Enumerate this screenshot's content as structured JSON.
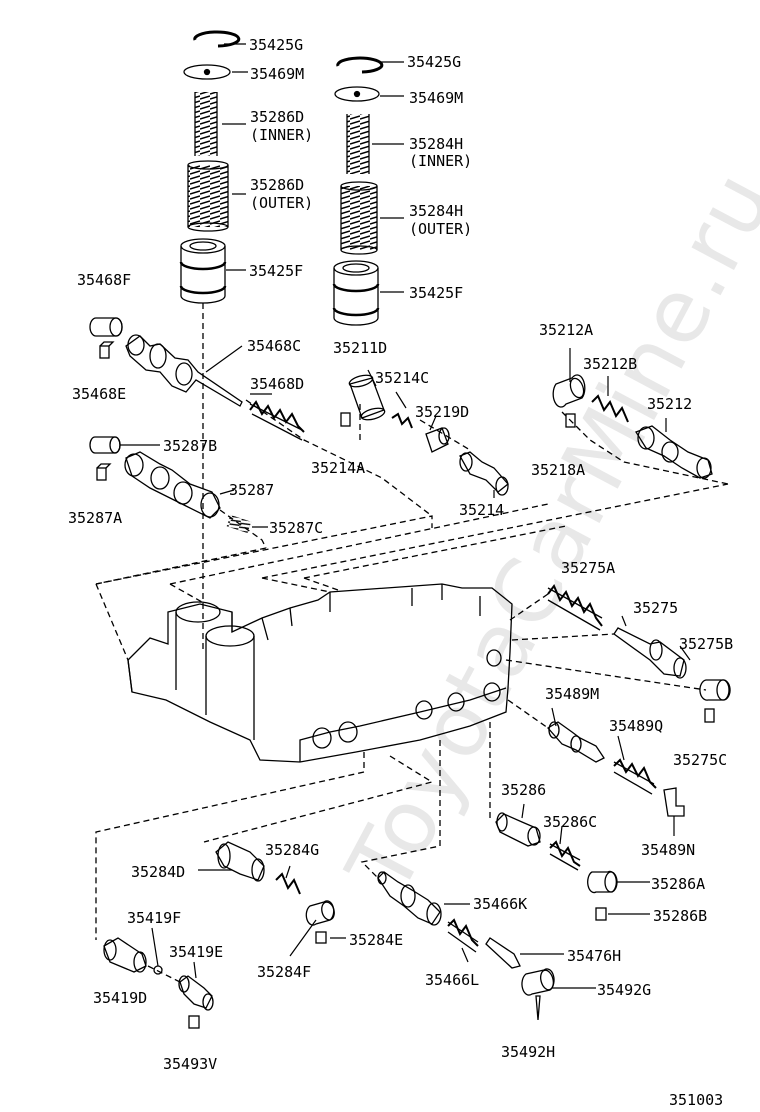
{
  "diagram_id": "351003",
  "watermark": "ToyotaCarMine.ru",
  "part_labels": {
    "p35425G_a": "35425G",
    "p35469M_a": "35469M",
    "p35286D_inner_num": "35286D",
    "p35286D_inner_sub": "(INNER)",
    "p35286D_outer_num": "35286D",
    "p35286D_outer_sub": "(OUTER)",
    "p35425F_a": "35425F",
    "p35425G_b": "35425G",
    "p35469M_b": "35469M",
    "p35284H_inner_num": "35284H",
    "p35284H_inner_sub": "(INNER)",
    "p35284H_outer_num": "35284H",
    "p35284H_outer_sub": "(OUTER)",
    "p35425F_b": "35425F",
    "p35468F": "35468F",
    "p35468E": "35468E",
    "p35468C": "35468C",
    "p35468D": "35468D",
    "p35287B": "35287B",
    "p35287": "35287",
    "p35287A": "35287A",
    "p35287C": "35287C",
    "p35211D": "35211D",
    "p35214C": "35214C",
    "p35219D": "35219D",
    "p35214A": "35214A",
    "p35214": "35214",
    "p35212A": "35212A",
    "p35212B": "35212B",
    "p35212": "35212",
    "p35218A": "35218A",
    "p35275A": "35275A",
    "p35275": "35275",
    "p35275B": "35275B",
    "p35275C": "35275C",
    "p35489M": "35489M",
    "p35489Q": "35489Q",
    "p35489N": "35489N",
    "p35286": "35286",
    "p35286C": "35286C",
    "p35286A": "35286A",
    "p35286B": "35286B",
    "p35284D": "35284D",
    "p35284G": "35284G",
    "p35284E": "35284E",
    "p35284F": "35284F",
    "p35419F": "35419F",
    "p35419E": "35419E",
    "p35419D": "35419D",
    "p35493V": "35493V",
    "p35466K": "35466K",
    "p35466L": "35466L",
    "p35476H": "35476H",
    "p35492G": "35492G",
    "p35492H": "35492H"
  }
}
